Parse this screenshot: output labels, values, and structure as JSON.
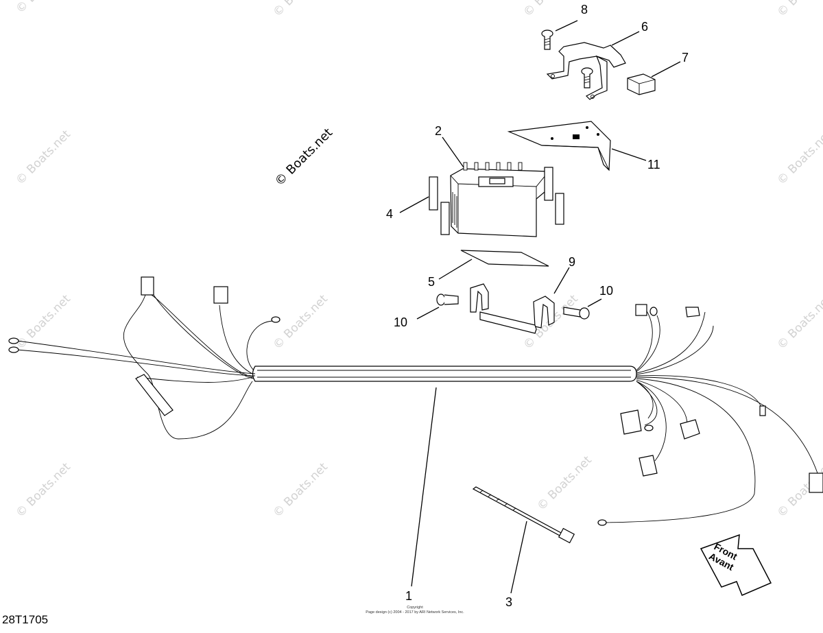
{
  "diagram": {
    "code": "28T1705",
    "copyright_title": "Copyright",
    "copyright_line": "Page design (c) 2004 - 2017 by ARI Network Services, Inc.",
    "watermark": "© Boats.net",
    "direction_label_line1": "Front",
    "direction_label_line2": "Avant",
    "callouts": [
      "1",
      "2",
      "3",
      "4",
      "5",
      "6",
      "7",
      "8",
      "9",
      "10",
      "10",
      "11"
    ]
  }
}
